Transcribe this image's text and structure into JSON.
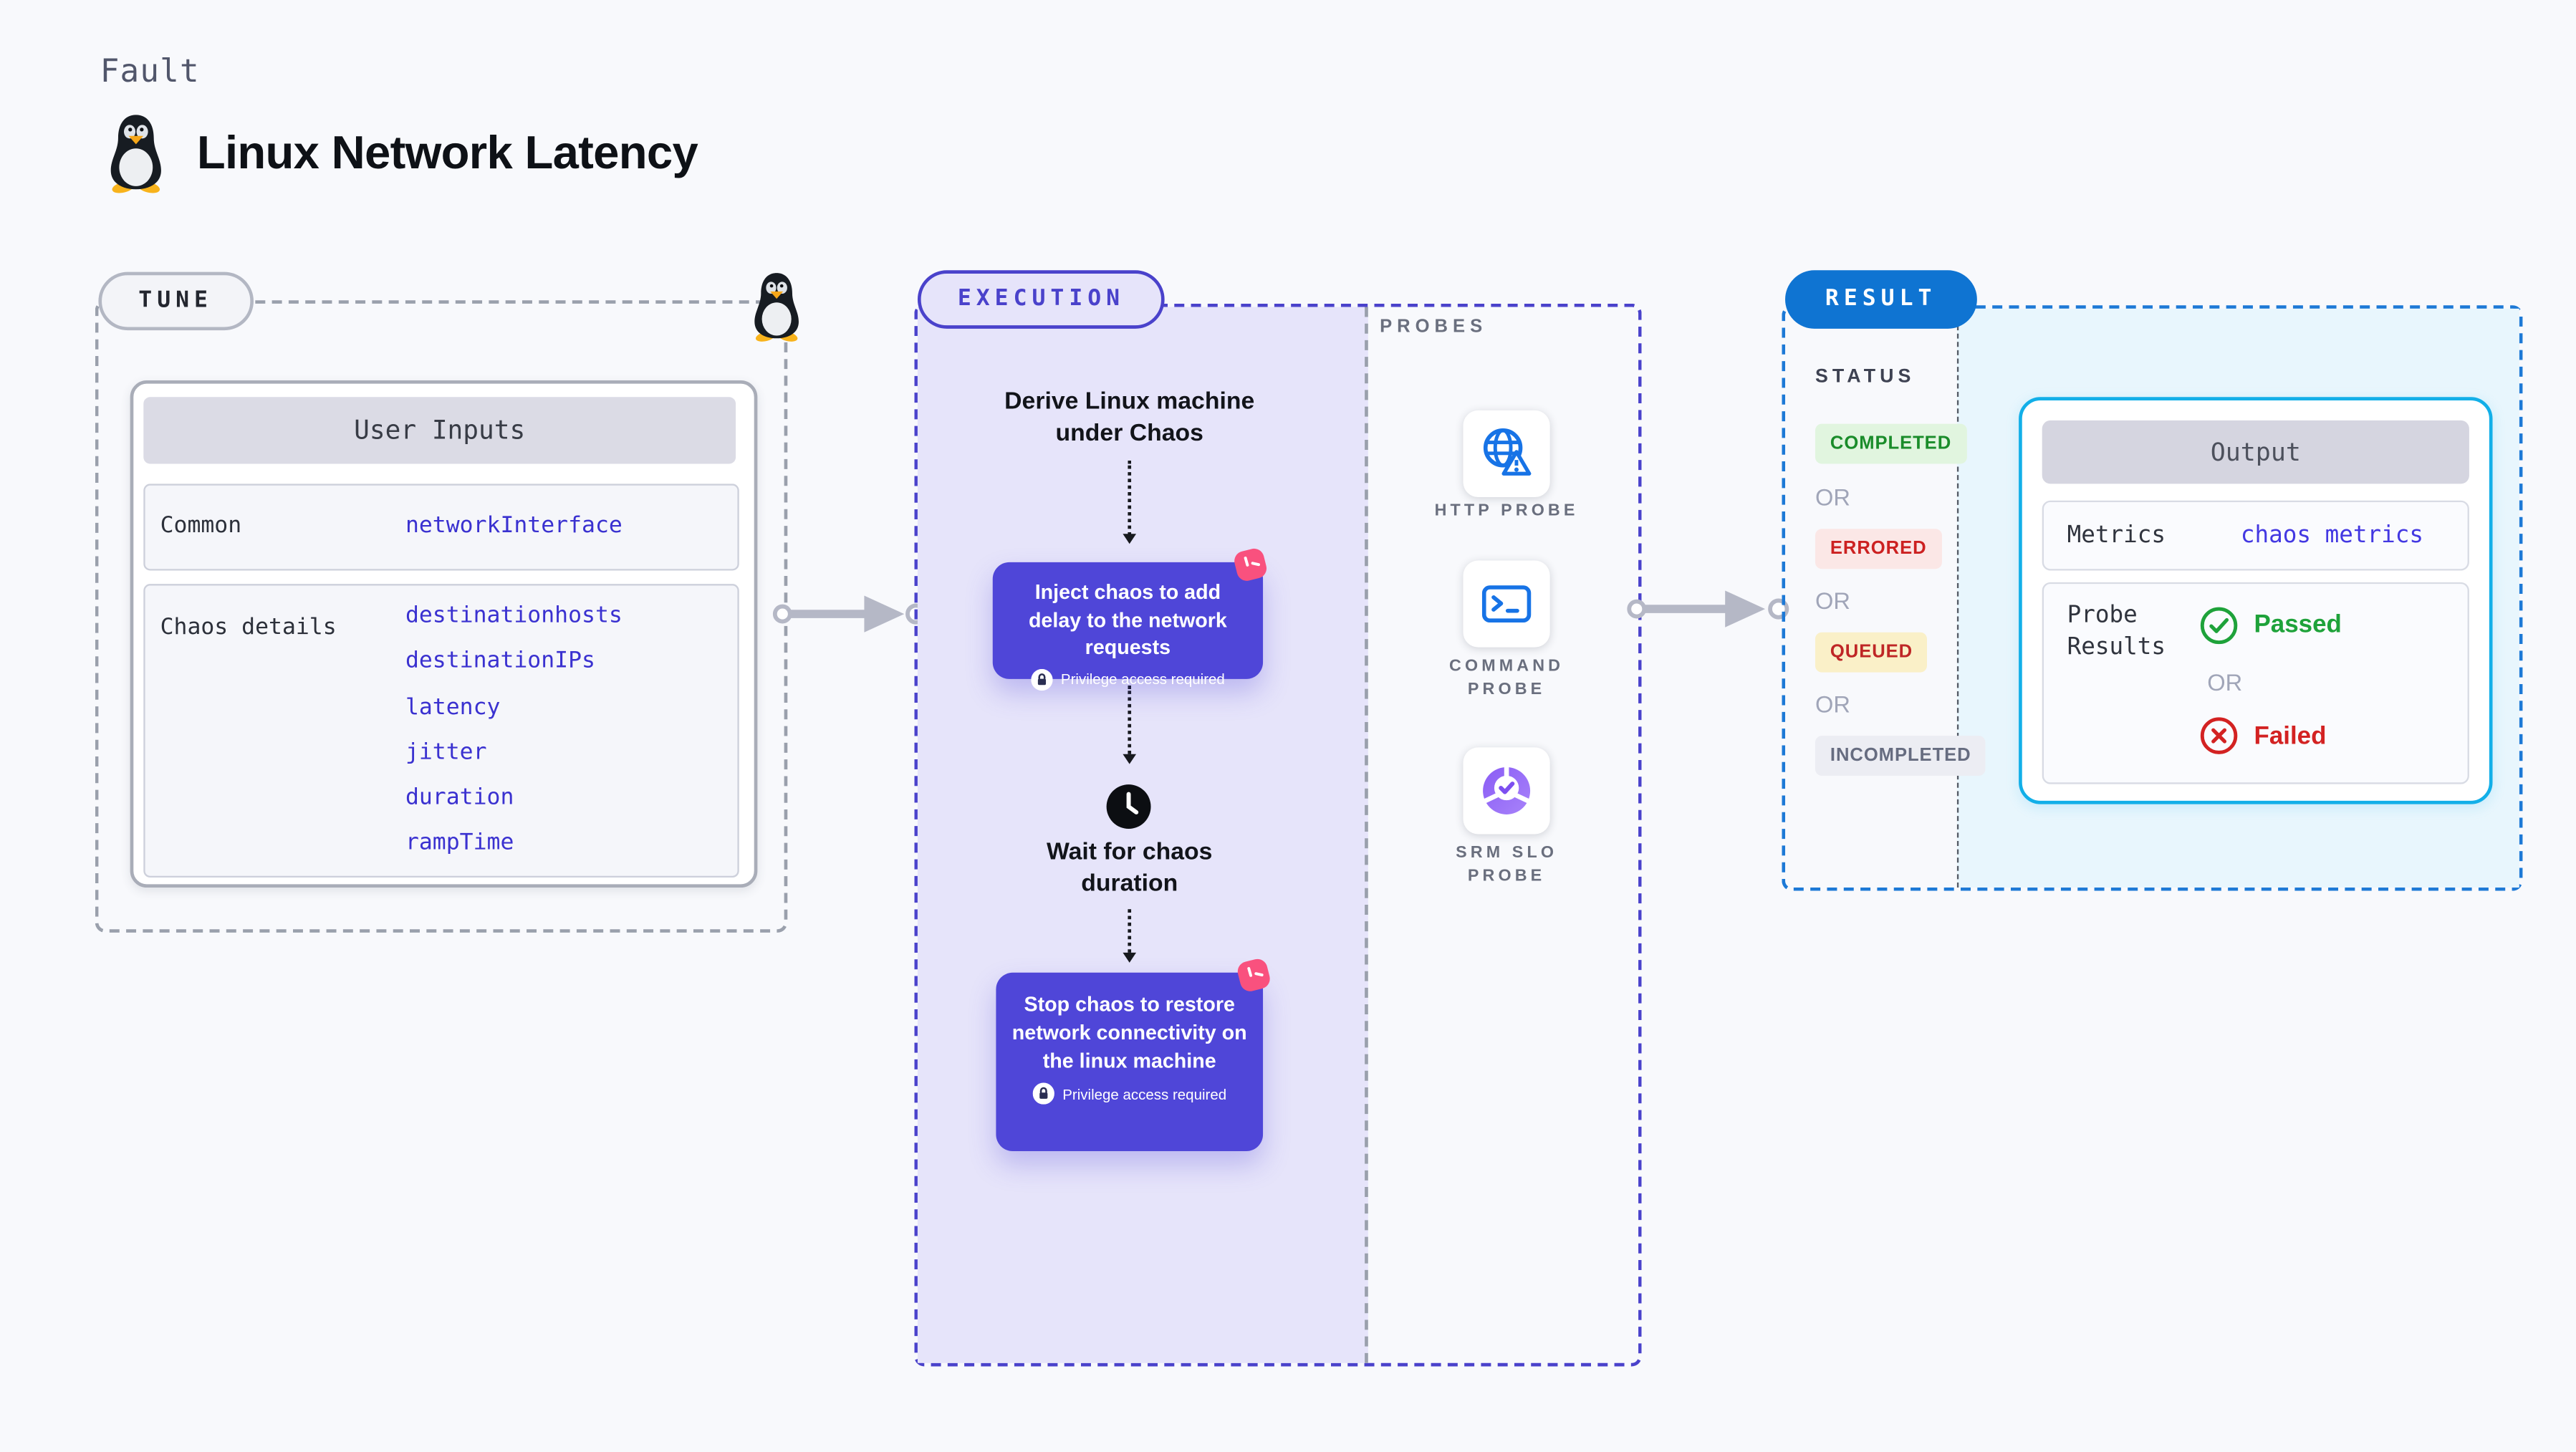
{
  "page": {
    "kicker": "Fault",
    "title": "Linux Network Latency",
    "background": "#f8f9fc"
  },
  "tune": {
    "badge": "TUNE",
    "card_header": "User Inputs",
    "rows": [
      {
        "label": "Common",
        "values": [
          "networkInterface"
        ]
      },
      {
        "label": "Chaos details",
        "values": [
          "destinationhosts",
          "destinationIPs",
          "latency",
          "jitter",
          "duration",
          "rampTime"
        ]
      }
    ]
  },
  "execution": {
    "badge": "EXECUTION",
    "derive_step": "Derive Linux machine under Chaos",
    "inject_card": {
      "text": "Inject chaos to add delay to the network requests",
      "privilege_note": "Privilege access required"
    },
    "wait_step": "Wait for chaos duration",
    "stop_card": {
      "text": "Stop chaos to restore network connectivity on the linux machine",
      "privilege_note": "Privilege access required"
    }
  },
  "probes": {
    "heading": "PROBES",
    "items": [
      {
        "label": "HTTP PROBE",
        "icon": "globe-alert-icon"
      },
      {
        "label": "COMMAND PROBE",
        "icon": "terminal-icon"
      },
      {
        "label": "SRM SLO PROBE",
        "icon": "slo-pie-check-icon"
      }
    ]
  },
  "result": {
    "badge": "RESULT",
    "status_heading": "STATUS",
    "or_label": "OR",
    "statuses": [
      {
        "label": "COMPLETED",
        "text_color": "#1a8c2a",
        "bg_color": "#e1f5df"
      },
      {
        "label": "ERRORED",
        "text_color": "#cc2121",
        "bg_color": "#fbe7e6"
      },
      {
        "label": "QUEUED",
        "text_color": "#bf2626",
        "bg_color": "#faf0c8"
      },
      {
        "label": "INCOMPLETED",
        "text_color": "#666c80",
        "bg_color": "#ecedf3"
      }
    ],
    "output": {
      "header": "Output",
      "metrics_label": "Metrics",
      "metrics_value": "chaos metrics",
      "probe_results_label": "Probe Results",
      "passed_label": "Passed",
      "failed_label": "Failed"
    }
  },
  "colors": {
    "indigo_accent": "#4a42cb",
    "indigo_card": "#4f46d8",
    "lavender_fill": "#e6e4fa",
    "result_blue": "#0f74d2",
    "light_blue_fill": "#e8f6fd",
    "output_border_cyan": "#12afe8",
    "pink_logo": "#f9517e",
    "passed_green": "#1ea23a",
    "failed_red": "#d32222",
    "probe_icon_blue": "#1773e6",
    "slo_purple": "#8a5cf5"
  },
  "icons": [
    "tux-penguin-icon",
    "lock-icon",
    "clock-icon",
    "chaos-logo-icon",
    "globe-alert-icon",
    "terminal-icon",
    "slo-pie-check-icon",
    "check-circle-icon",
    "x-circle-icon",
    "arrow-connector"
  ]
}
